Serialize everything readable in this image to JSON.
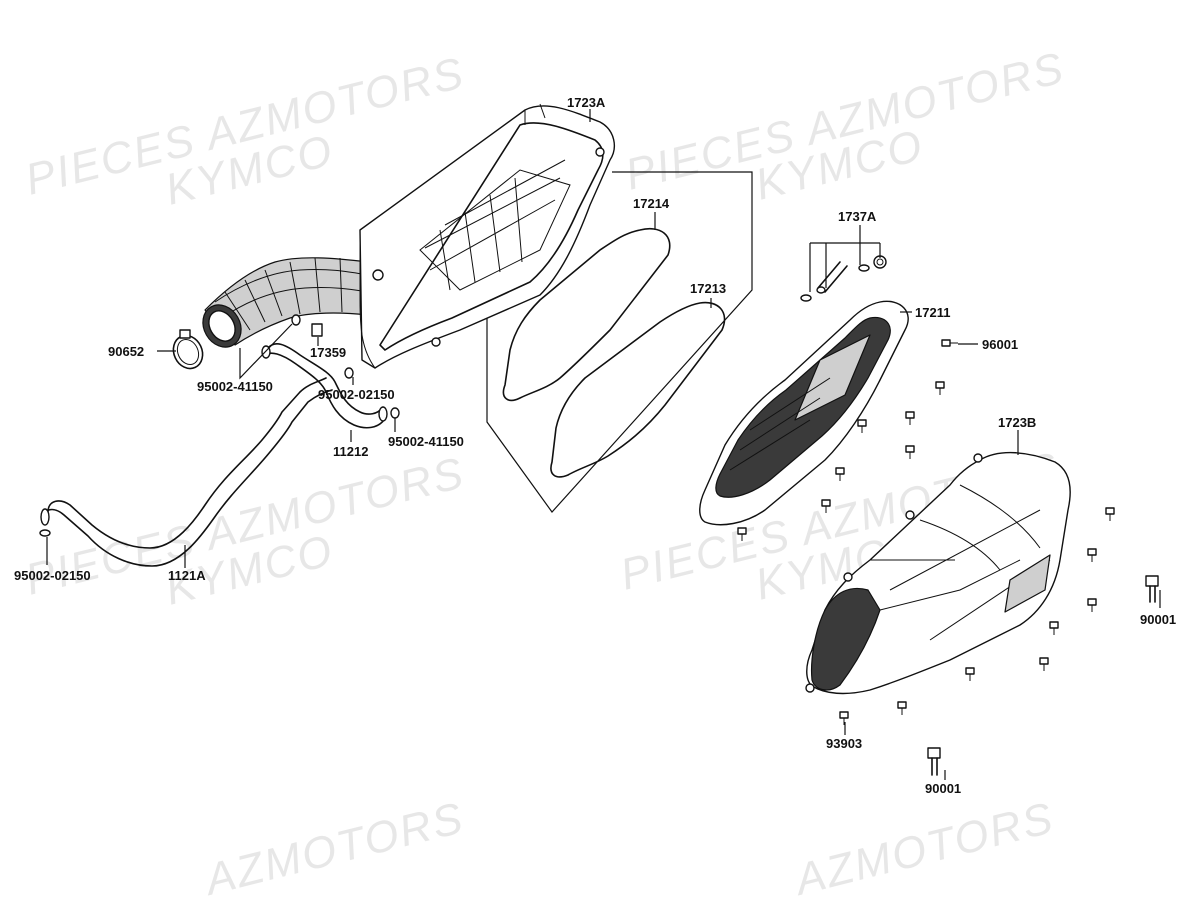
{
  "watermarks": [
    {
      "id": "wm1",
      "text": "PIECES AZMOTORS"
    },
    {
      "id": "wm2",
      "text": "KYMCO"
    },
    {
      "id": "wm3",
      "text": "PIECES AZMOTORS"
    },
    {
      "id": "wm4",
      "text": "KYMCO"
    },
    {
      "id": "wm5",
      "text": "PIECES AZMOTORS"
    },
    {
      "id": "wm6",
      "text": "KYMCO"
    },
    {
      "id": "wm7",
      "text": "PIECES AZMOTORS"
    },
    {
      "id": "wm8",
      "text": "KYMCO"
    },
    {
      "id": "wm9",
      "text": "AZMOTORS"
    },
    {
      "id": "wm10",
      "text": "AZMOTORS"
    }
  ],
  "part_labels": [
    {
      "id": "p1723A",
      "text": "1723A"
    },
    {
      "id": "p17214",
      "text": "17214"
    },
    {
      "id": "p17213",
      "text": "17213"
    },
    {
      "id": "p1737A",
      "text": "1737A"
    },
    {
      "id": "p17211",
      "text": "17211"
    },
    {
      "id": "p96001",
      "text": "96001"
    },
    {
      "id": "p90652",
      "text": "90652"
    },
    {
      "id": "p17359",
      "text": "17359"
    },
    {
      "id": "p95002_41150_a",
      "text": "95002-41150"
    },
    {
      "id": "p95002_02150_a",
      "text": "95002-02150"
    },
    {
      "id": "p11212",
      "text": "11212"
    },
    {
      "id": "p95002_41150_b",
      "text": "95002-41150"
    },
    {
      "id": "p1723B",
      "text": "1723B"
    },
    {
      "id": "p95002_02150_b",
      "text": "95002-02150"
    },
    {
      "id": "p1121A",
      "text": "1121A"
    },
    {
      "id": "p90001_a",
      "text": "90001"
    },
    {
      "id": "p93903",
      "text": "93903"
    },
    {
      "id": "p90001_b",
      "text": "90001"
    }
  ]
}
